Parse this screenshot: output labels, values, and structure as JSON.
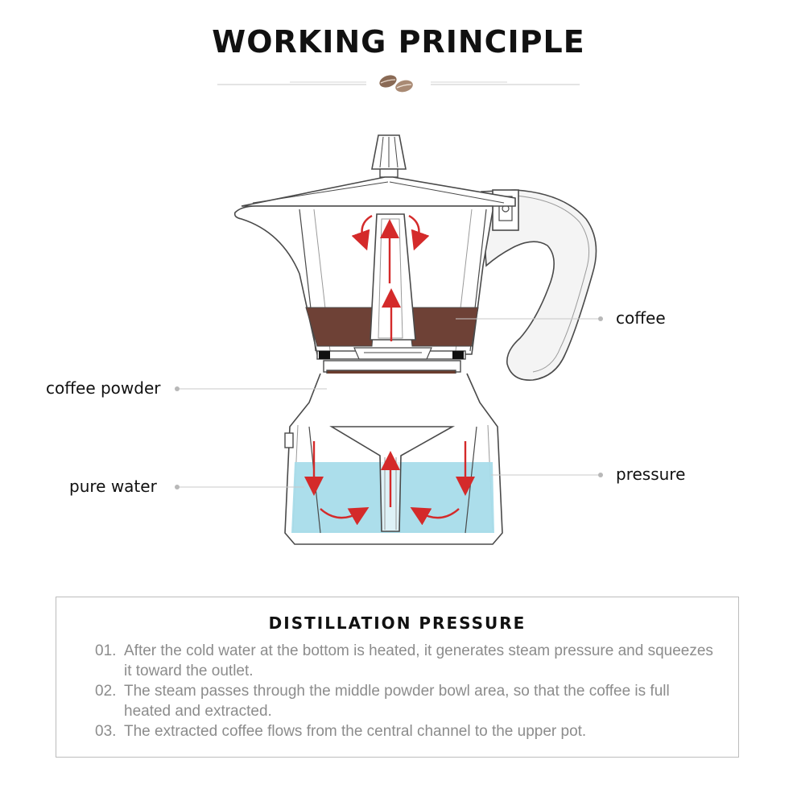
{
  "header": {
    "title": "WORKING PRINCIPLE"
  },
  "labels": {
    "coffee": "coffee",
    "coffee_powder": "coffee powder",
    "pure_water": "pure water",
    "pressure": "pressure"
  },
  "panel": {
    "title": "DISTILLATION PRESSURE",
    "steps": [
      {
        "num": "01.",
        "text": "After the cold water at the bottom is heated, it generates steam pressure and squeezes it toward the outlet."
      },
      {
        "num": "02.",
        "text": "The steam passes through the middle powder bowl area, so that the coffee is full heated and extracted."
      },
      {
        "num": "03.",
        "text": "The extracted coffee flows from the central channel to the upper pot."
      }
    ]
  },
  "colors": {
    "coffee": "#6e4136",
    "coffee_powder": "#6b3d2e",
    "water": "#a8dcea",
    "arrow": "#d42a2a",
    "outline": "#4a4a4a",
    "handle_fill": "#f3f3f3",
    "leader_line": "#c8c8c8",
    "step_text": "#8c8c8c"
  },
  "icons": {
    "divider": "coffee-beans-icon"
  }
}
